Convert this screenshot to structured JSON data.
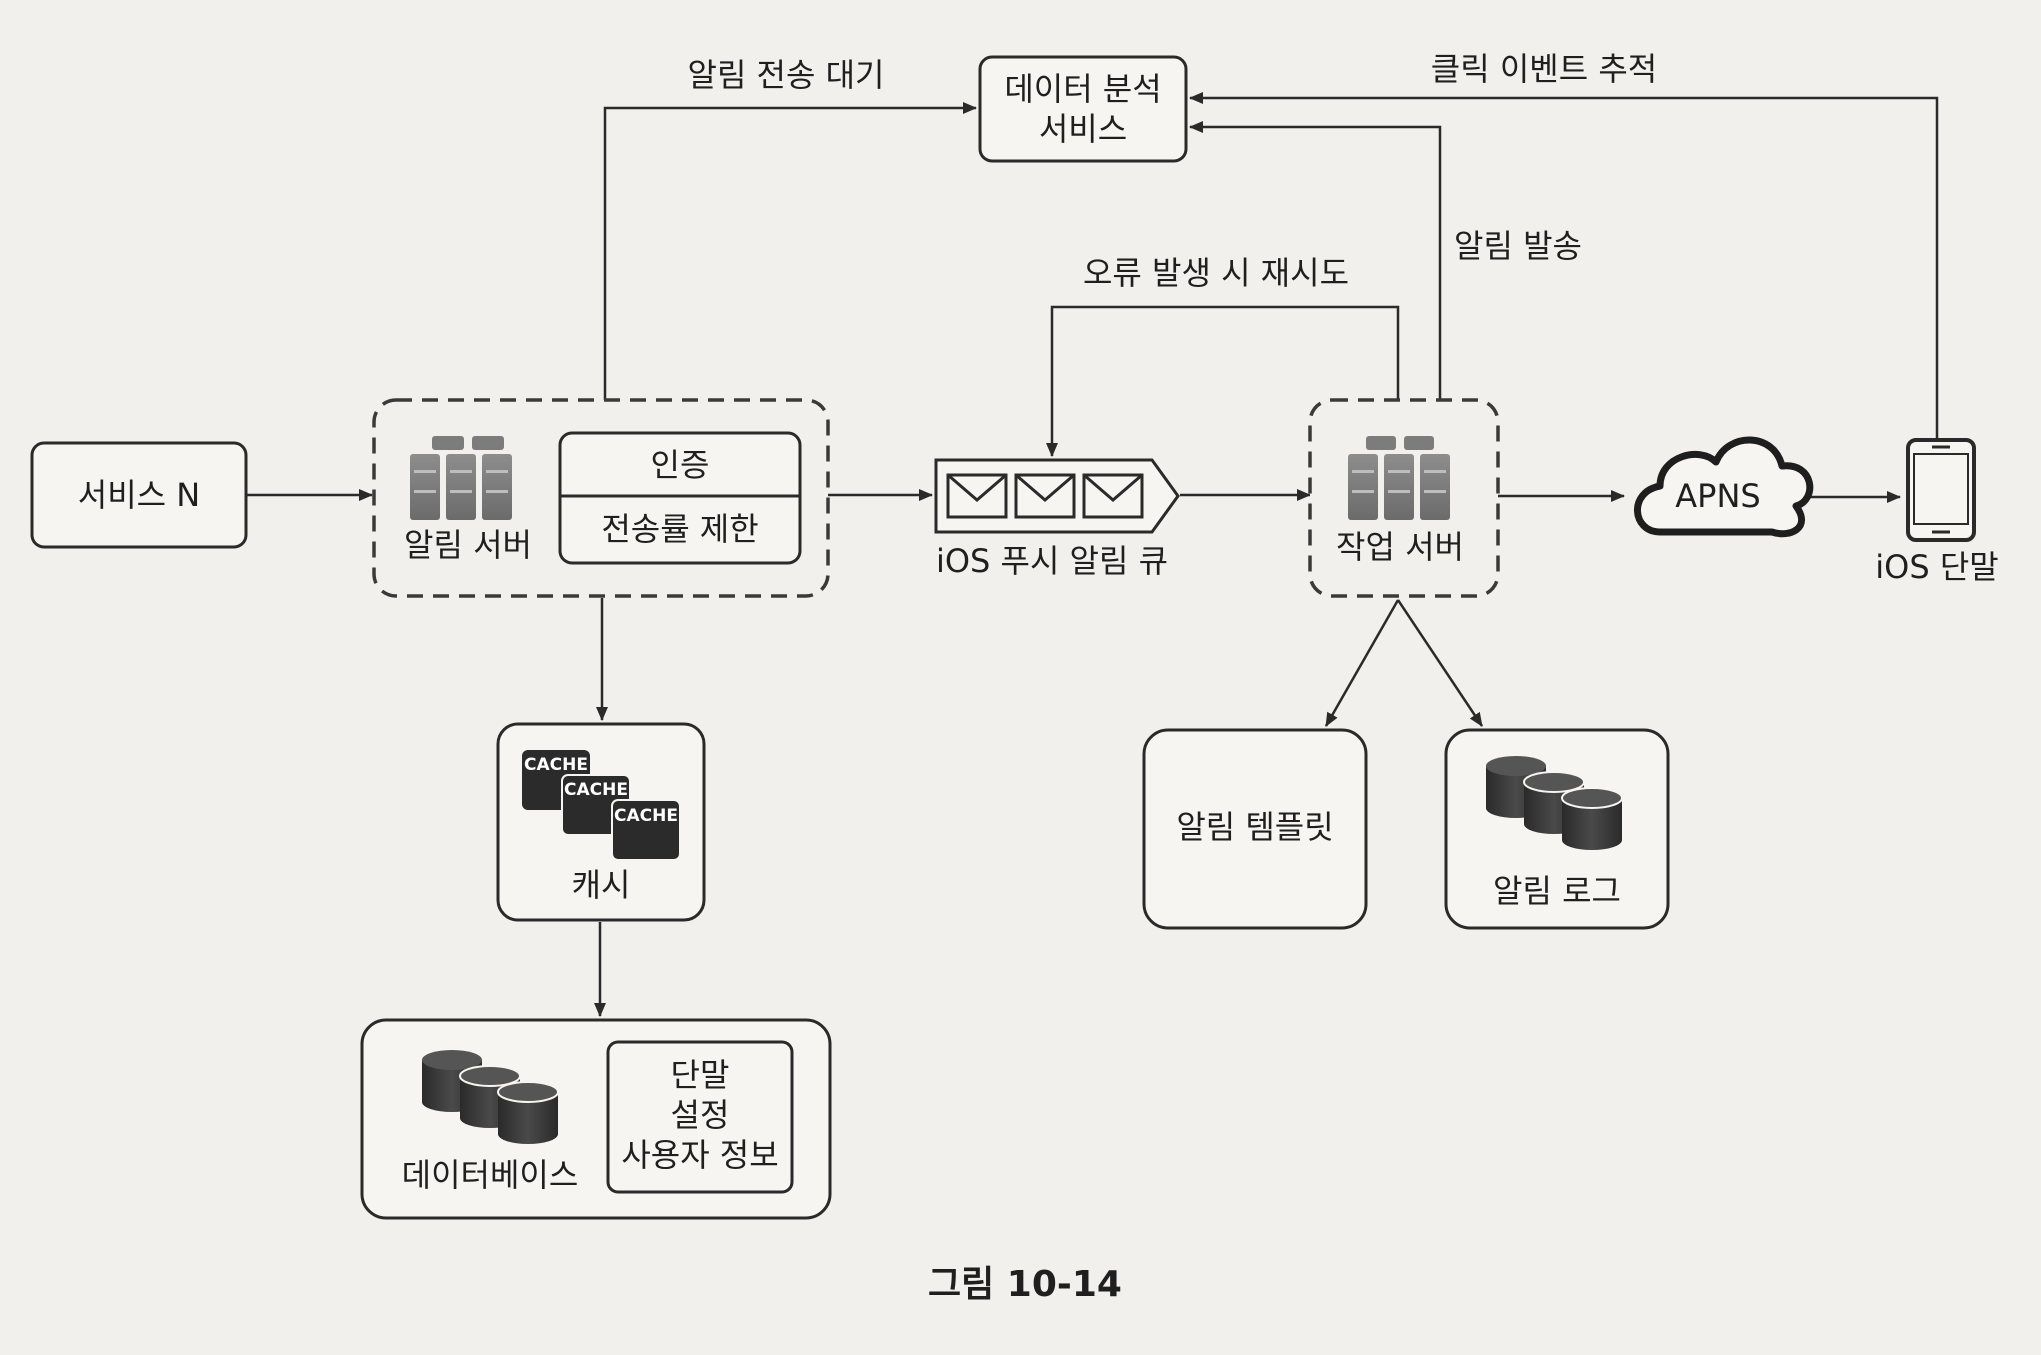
{
  "nodes": {
    "service_n": "서비스 N",
    "notification_server": "알림 서버",
    "auth": "인증",
    "rate_limit": "전송률 제한",
    "analytics_line1": "데이터 분석",
    "analytics_line2": "서비스",
    "queue": "iOS 푸시 알림 큐",
    "worker_server": "작업 서버",
    "apns": "APNS",
    "ios_device": "iOS 단말",
    "cache": "캐시",
    "cache_icon_text": "CACHE",
    "database": "데이터베이스",
    "db_info_line1": "단말",
    "db_info_line2": "설정",
    "db_info_line3": "사용자 정보",
    "template": "알림 템플릿",
    "log": "알림 로그"
  },
  "edges": {
    "pending_send": "알림 전송 대기",
    "click_tracking": "클릭 이벤트 추적",
    "notification_sent": "알림 발송",
    "retry_on_error": "오류 발생 시 재시도"
  },
  "caption": "그림 10-14"
}
